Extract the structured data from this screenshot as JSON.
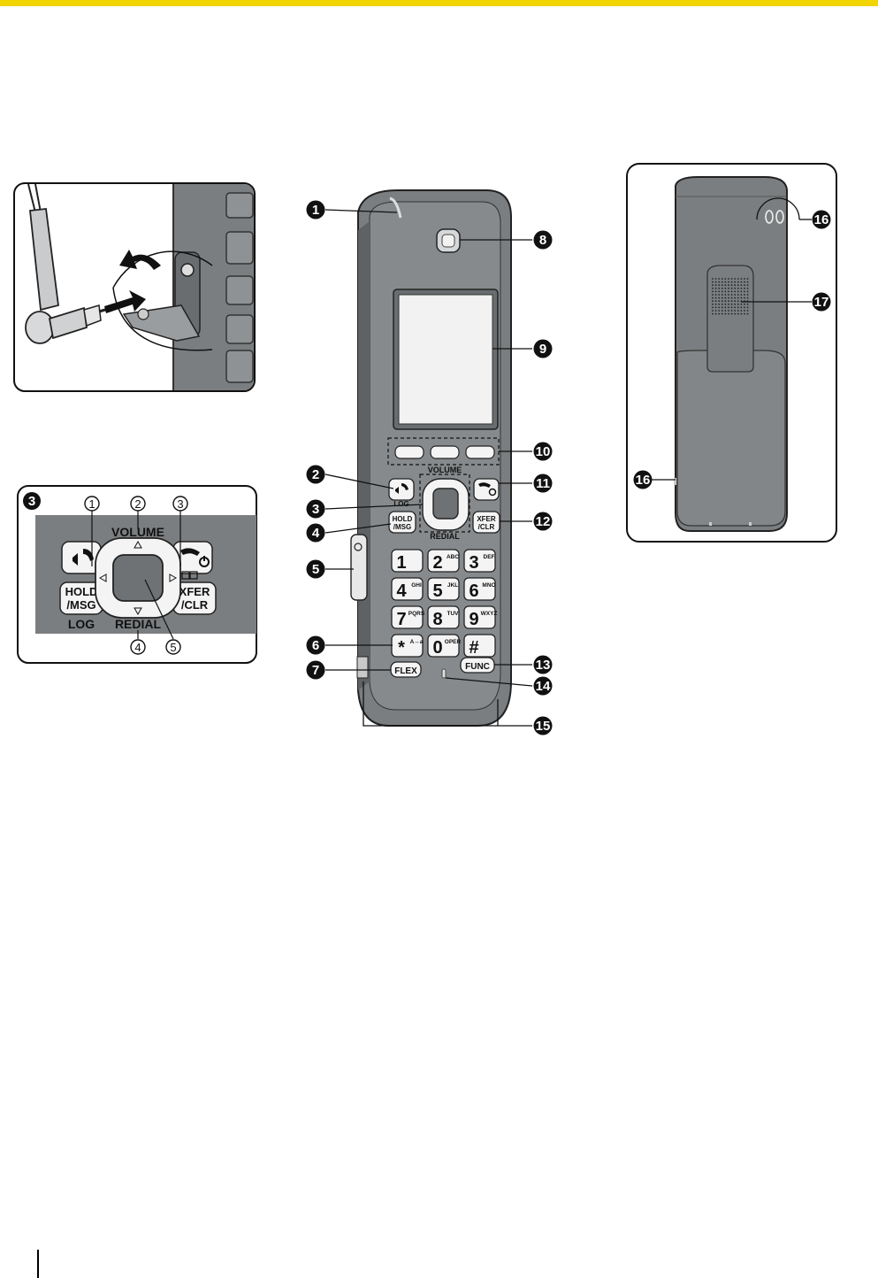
{
  "colors": {
    "accent_bar": "#f2d400",
    "handset": "#7b7e80",
    "handset_dark": "#55585a",
    "key_fill": "#f4f4f4"
  },
  "callouts": {
    "c1": "1",
    "c2": "2",
    "c3": "3",
    "c4": "4",
    "c5": "5",
    "c6": "6",
    "c7": "7",
    "c8": "8",
    "c9": "9",
    "c10": "10",
    "c11": "11",
    "c12": "12",
    "c13": "13",
    "c14": "14",
    "c15": "15",
    "c16": "16",
    "c17": "17"
  },
  "front_keys": {
    "volume": "VOLUME",
    "log": "LOG",
    "redial": "REDIAL",
    "hold_1": "HOLD",
    "hold_2": "/MSG",
    "xfer_1": "XFER",
    "xfer_2": "/CLR",
    "flex": "FLEX",
    "func": "FUNC",
    "dialpad": [
      {
        "digit": "1",
        "sub": ""
      },
      {
        "digit": "2",
        "sub": "ABC"
      },
      {
        "digit": "3",
        "sub": "DEF"
      },
      {
        "digit": "4",
        "sub": "GHI"
      },
      {
        "digit": "5",
        "sub": "JKL"
      },
      {
        "digit": "6",
        "sub": "MNO"
      },
      {
        "digit": "7",
        "sub": "PQRS"
      },
      {
        "digit": "8",
        "sub": "TUV"
      },
      {
        "digit": "9",
        "sub": "WXYZ"
      },
      {
        "digit": "*",
        "sub": "A↔a"
      },
      {
        "digit": "0",
        "sub": "OPER"
      },
      {
        "digit": "#",
        "sub": ""
      }
    ]
  },
  "inset_nav": {
    "badge": "3",
    "volume": "VOLUME",
    "log": "LOG",
    "redial": "REDIAL",
    "hold_1": "HOLD",
    "hold_2": "/MSG",
    "xfer_1": "XFER",
    "xfer_2": "/CLR",
    "points": [
      "1",
      "2",
      "3",
      "4",
      "5"
    ]
  },
  "icons": [
    "headset-plug-icon",
    "speaker-phone-icon",
    "hang-up-power-icon",
    "phonebook-icon"
  ]
}
